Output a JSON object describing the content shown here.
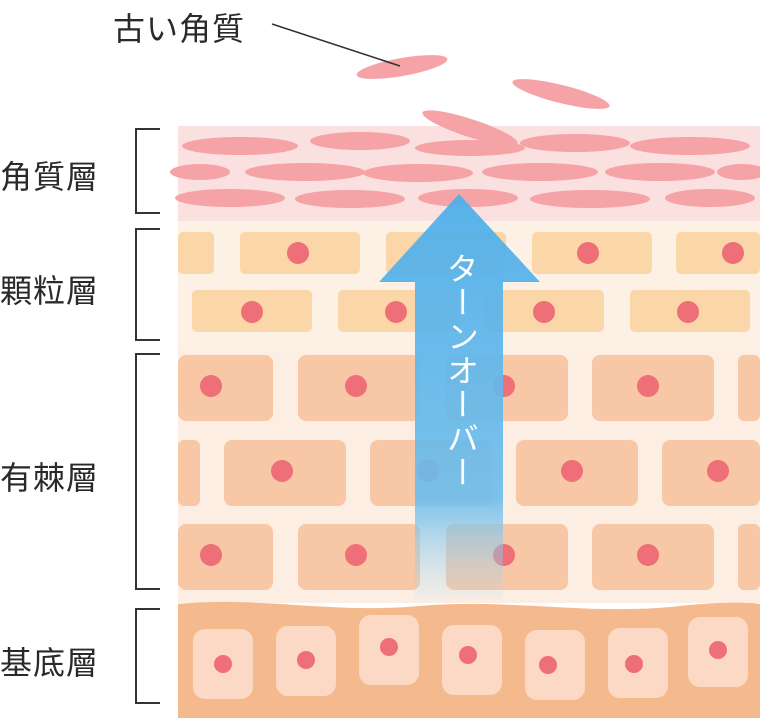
{
  "labels": {
    "old_keratin": "古い角質",
    "stratum_corneum": "角質層",
    "stratum_granulosum": "顆粒層",
    "stratum_spinosum": "有棘層",
    "stratum_basale": "基底層",
    "turnover": "ターンオーバー"
  },
  "colors": {
    "corneum_bg": "#fbe0e0",
    "corneum_flake": "#f6a3a8",
    "granulosum_bg": "#fdf1e6",
    "granulosum_cell": "#fbd6a8",
    "spinosum_bg": "#fdeee3",
    "spinosum_cell": "#f8c7a6",
    "basale_bg": "#f5b98e",
    "basale_cell": "#fcd9c4",
    "nucleus": "#ee6f78",
    "arrow": "#5ab4ea",
    "bracket": "#333333"
  }
}
